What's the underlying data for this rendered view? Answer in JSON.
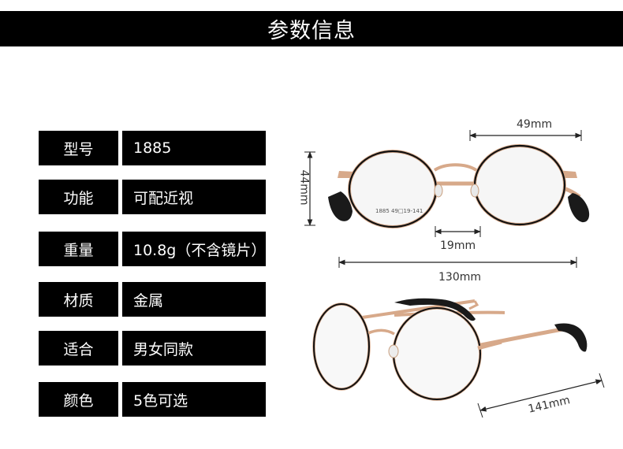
{
  "header": {
    "title": "参数信息"
  },
  "specs": [
    {
      "label": "型号",
      "value": "1885"
    },
    {
      "label": "功能",
      "value": "可配近视"
    },
    {
      "label": "重量",
      "value": "10.8g（不含镜片）"
    },
    {
      "label": "材质",
      "value": "金属"
    },
    {
      "label": "适合",
      "value": "男女同款"
    },
    {
      "label": "颜色",
      "value": "5色可选"
    }
  ],
  "dimensions": {
    "lens_width": "49mm",
    "lens_height": "44mm",
    "bridge": "19mm",
    "frame_width": "130mm",
    "temple_length": "141mm"
  },
  "lens_imprint": "1885 49□19-141",
  "colors": {
    "frame_black": "#111111",
    "frame_rosegold": "#d9a989",
    "tip_black": "#1a1a1a"
  }
}
